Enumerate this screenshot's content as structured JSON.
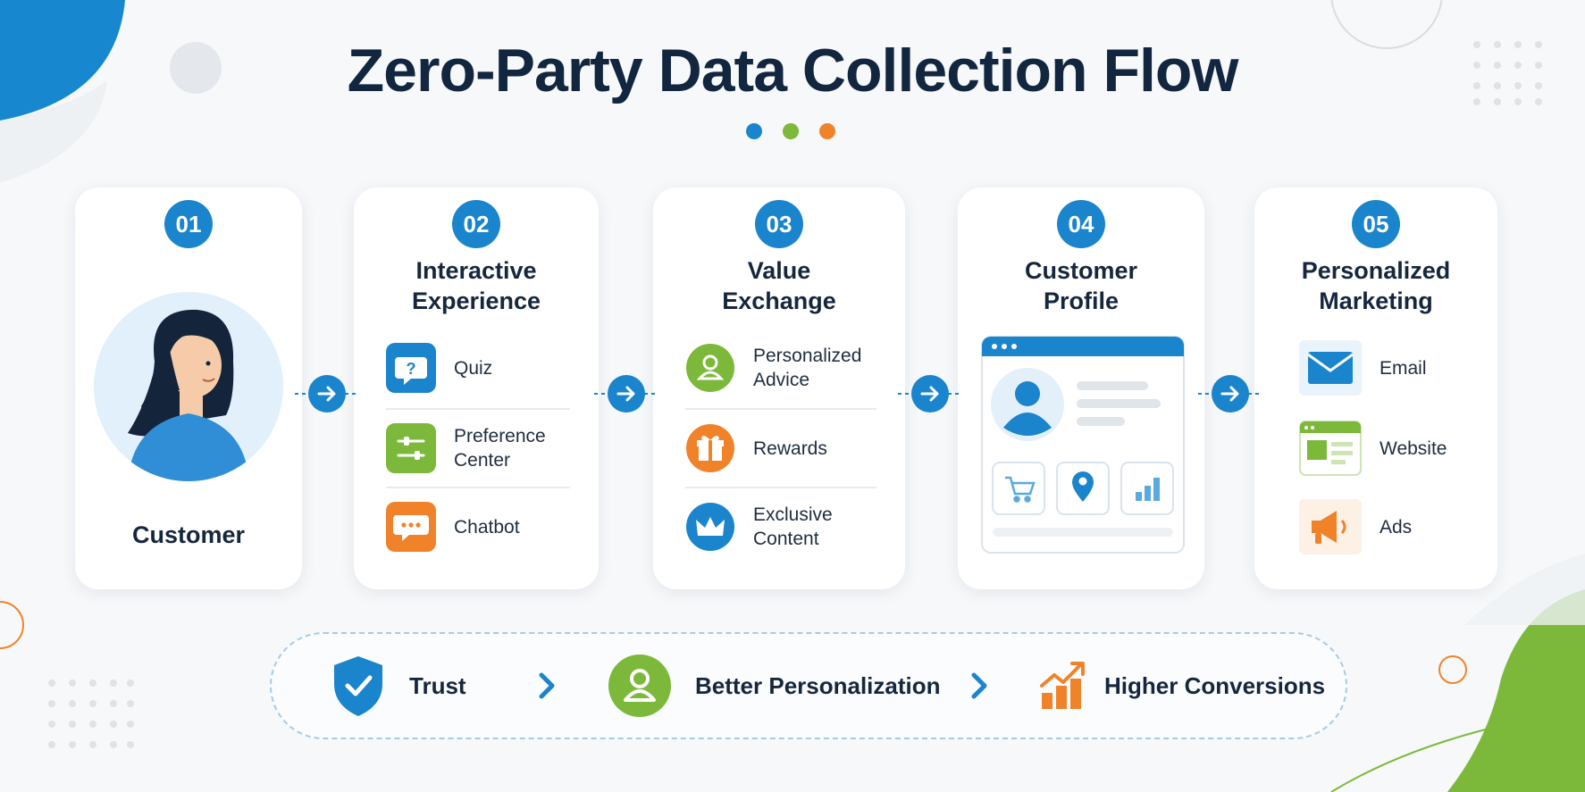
{
  "title": "Zero-Party Data Collection Flow",
  "colors": {
    "blue": "#1a85cc",
    "green": "#7cb93a",
    "orange": "#f0832a",
    "navy": "#12263f"
  },
  "steps": [
    {
      "number": "01",
      "title": "Customer",
      "icon": "customer-woman-illustration"
    },
    {
      "number": "02",
      "title": "Interactive\nExperience",
      "items": [
        {
          "label": "Quiz",
          "icon": "quiz-icon"
        },
        {
          "label": "Preference\nCenter",
          "icon": "sliders-icon"
        },
        {
          "label": "Chatbot",
          "icon": "chat-icon"
        }
      ]
    },
    {
      "number": "03",
      "title": "Value\nExchange",
      "items": [
        {
          "label": "Personalized\nAdvice",
          "icon": "user-icon"
        },
        {
          "label": "Rewards",
          "icon": "gift-icon"
        },
        {
          "label": "Exclusive\nContent",
          "icon": "crown-icon"
        }
      ]
    },
    {
      "number": "04",
      "title": "Customer\nProfile",
      "icon": "profile-window-illustration",
      "profile_icons": [
        "cart-icon",
        "location-pin-icon",
        "bar-chart-icon"
      ]
    },
    {
      "number": "05",
      "title": "Personalized\nMarketing",
      "items": [
        {
          "label": "Email",
          "icon": "envelope-icon"
        },
        {
          "label": "Website",
          "icon": "website-icon"
        },
        {
          "label": "Ads",
          "icon": "megaphone-icon"
        }
      ]
    }
  ],
  "outcomes": [
    {
      "label": "Trust",
      "icon": "shield-check-icon"
    },
    {
      "label": "Better Personalization",
      "icon": "user-icon"
    },
    {
      "label": "Higher Conversions",
      "icon": "growth-chart-icon"
    }
  ]
}
